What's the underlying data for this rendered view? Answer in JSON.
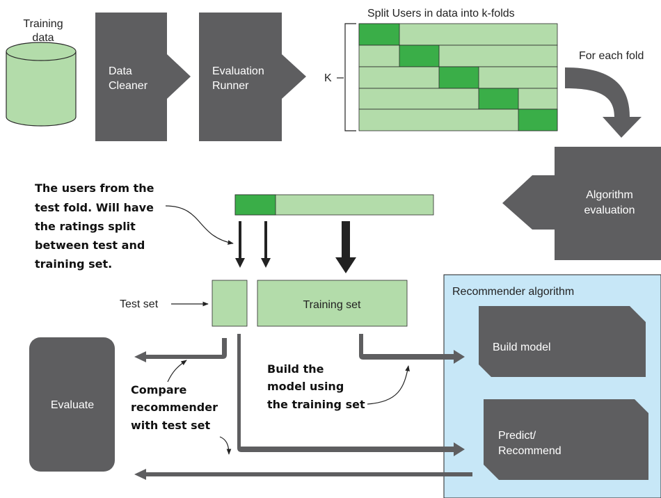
{
  "training_data": {
    "label_line1": "Training",
    "label_line2": "data"
  },
  "data_cleaner": {
    "line1": "Data",
    "line2": "Cleaner"
  },
  "evaluation_runner": {
    "line1": "Evaluation",
    "line2": "Runner"
  },
  "kfold": {
    "title": "Split Users in data into k-folds",
    "k_label": "K",
    "for_each_fold": "For each fold",
    "fold_count": 5
  },
  "algorithm_evaluation": {
    "line1": "Algorithm",
    "line2": "evaluation"
  },
  "test_fold_note": {
    "lines": [
      "The users from the",
      "test fold. Will have",
      "the ratings split",
      "between test and",
      "training set."
    ]
  },
  "sets": {
    "test_set_label": "Test set",
    "training_set_label": "Training set"
  },
  "recommender": {
    "title": "Recommender algorithm",
    "build_model": "Build model",
    "predict_line1": "Predict/",
    "predict_line2": "Recommend"
  },
  "evaluate": {
    "label": "Evaluate"
  },
  "compare_note": {
    "lines": [
      "Compare",
      "recommender",
      "with test set"
    ]
  },
  "build_note": {
    "lines": [
      "Build the",
      "model using",
      "the training set"
    ]
  },
  "colors": {
    "light_green": "#b3dcaa",
    "dark_green": "#3aae48",
    "box_gray": "#5e5e60",
    "recommender_panel": "#c7e7f7"
  }
}
